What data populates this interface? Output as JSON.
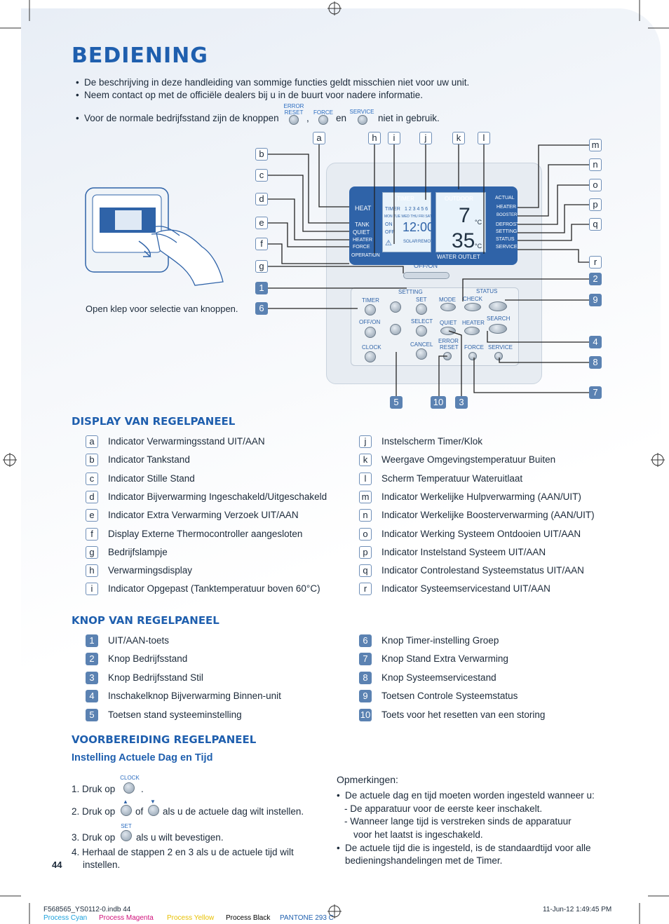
{
  "title": "BEDIENING",
  "intro": {
    "b1": "De beschrijving in deze handleiding van sommige functies geldt misschien niet voor uw unit.",
    "b2": "Neem contact op met de officiële dealers bij u in de buurt voor nadere informatie.",
    "b3_pre": "Voor de normale bedrijfsstand zijn de knoppen",
    "b3_comma": ",",
    "b3_en": "en",
    "b3_post": "niet in gebruik.",
    "btn1_line1": "ERROR",
    "btn1_line2": "RESET",
    "btn2": "FORCE",
    "btn3": "SERVICE"
  },
  "illustration_caption": "Open klep voor selectie van knoppen.",
  "callouts": {
    "a": "a",
    "b": "b",
    "c": "c",
    "d": "d",
    "e": "e",
    "f": "f",
    "g": "g",
    "h": "h",
    "i": "i",
    "j": "j",
    "k": "k",
    "l": "l",
    "m": "m",
    "n": "n",
    "o": "o",
    "p": "p",
    "q": "q",
    "r": "r",
    "n1": "1",
    "n2": "2",
    "n3": "3",
    "n4": "4",
    "n5": "5",
    "n6": "6",
    "n7": "7",
    "n8": "8",
    "n9": "9",
    "n10": "10"
  },
  "panel": {
    "heat": "HEAT",
    "tank": "TANK",
    "quiet": "QUIET",
    "heater": "HEATER",
    "force": "FORCE",
    "operation": "OPERATION",
    "timer": "TIMER",
    "outdoor": "OUTDOOR",
    "actual": "ACTUAL",
    "heater2": "HEATER",
    "booster": "BOOSTER",
    "defrost": "DEFROST",
    "setting": "SETTING",
    "status": "STATUS",
    "service": "SERVICE",
    "timer_box": "TIMER",
    "days": "1 2 3 4 5 6",
    "daynames": "MON TUE WED THU FRI SAT SUN",
    "on": "ON",
    "off": "OFF",
    "solar": "SOLAR",
    "remote": "REMOTE",
    "water_outlet": "WATER OUTLET",
    "big_temp": "7",
    "big_unit": "°C",
    "clock": "12:00",
    "water_temp": "35",
    "water_unit": "°C",
    "offon": "OFF/ON",
    "setting_hdr": "SETTING",
    "status_hdr": "STATUS",
    "k_timer": "TIMER",
    "k_offon": "OFF/ON",
    "k_clock": "CLOCK",
    "k_set": "SET",
    "k_select": "SELECT",
    "k_cancel": "CANCEL",
    "k_mode": "MODE",
    "k_check": "CHECK",
    "k_quiet": "QUIET",
    "k_heater": "HEATER",
    "k_search": "SEARCH",
    "k_error1": "ERROR",
    "k_error2": "RESET",
    "k_force": "FORCE",
    "k_service": "SERVICE"
  },
  "display_section": {
    "heading": "DISPLAY VAN REGELPANEEL",
    "left": [
      {
        "k": "a",
        "t": "Indicator Verwarmingsstand UIT/AAN"
      },
      {
        "k": "b",
        "t": "Indicator Tankstand"
      },
      {
        "k": "c",
        "t": "Indicator Stille Stand"
      },
      {
        "k": "d",
        "t": "Indicator Bijverwarming Ingeschakeld/Uitgeschakeld"
      },
      {
        "k": "e",
        "t": "Indicator Extra Verwarming Verzoek UIT/AAN"
      },
      {
        "k": "f",
        "t": "Display Externe Thermocontroller aangesloten"
      },
      {
        "k": "g",
        "t": "Bedrijfslampje"
      },
      {
        "k": "h",
        "t": "Verwarmingsdisplay"
      },
      {
        "k": "i",
        "t": "Indicator Opgepast (Tanktemperatuur boven 60°C)"
      }
    ],
    "right": [
      {
        "k": "j",
        "t": "Instelscherm Timer/Klok"
      },
      {
        "k": "k",
        "t": "Weergave Omgevingstemperatuur Buiten"
      },
      {
        "k": "l",
        "t": "Scherm Temperatuur Wateruitlaat"
      },
      {
        "k": "m",
        "t": "Indicator Werkelijke Hulpverwarming (AAN/UIT)"
      },
      {
        "k": "n",
        "t": "Indicator Werkelijke Boosterverwarming (AAN/UIT)"
      },
      {
        "k": "o",
        "t": "Indicator Werking Systeem Ontdooien UIT/AAN"
      },
      {
        "k": "p",
        "t": "Indicator Instelstand Systeem UIT/AAN"
      },
      {
        "k": "q",
        "t": "Indicator Controlestand Systeemstatus UIT/AAN"
      },
      {
        "k": "r",
        "t": "Indicator Systeemservicestand UIT/AAN"
      }
    ]
  },
  "knop_section": {
    "heading": "KNOP VAN REGELPANEEL",
    "left": [
      {
        "k": "1",
        "t": "UIT/AAN-toets"
      },
      {
        "k": "2",
        "t": "Knop Bedrijfsstand"
      },
      {
        "k": "3",
        "t": "Knop Bedrijfsstand Stil"
      },
      {
        "k": "4",
        "t": "Inschakelknop  Bijverwarming Binnen-unit"
      },
      {
        "k": "5",
        "t": "Toetsen stand systeeminstelling"
      }
    ],
    "right": [
      {
        "k": "6",
        "t": "Knop Timer-instelling Groep"
      },
      {
        "k": "7",
        "t": "Knop Stand Extra Verwarming"
      },
      {
        "k": "8",
        "t": "Knop Systeemservicestand"
      },
      {
        "k": "9",
        "t": "Toetsen Controle Systeemstatus"
      },
      {
        "k": "10",
        "t": "Toets voor het resetten van een storing"
      }
    ]
  },
  "prep": {
    "heading": "VOORBEREIDING REGELPANEEL",
    "sub": "Instelling Actuele Dag en Tijd",
    "s1_pre": "1. Druk op",
    "s1_post": ".",
    "s1_btn": "CLOCK",
    "s2_pre": "2. Druk op",
    "s2_of": "of",
    "s2_post": "als u de actuele dag wilt instellen.",
    "s3_pre": "3. Druk op",
    "s3_post": "als u wilt bevestigen.",
    "s3_btn": "SET",
    "s4_a": "4. Herhaal de stappen 2 en 3 als u de actuele tijd wilt",
    "s4_b": "instellen."
  },
  "notes": {
    "heading": "Opmerkingen:",
    "n1": "De actuele dag en tijd moeten worden ingesteld wanneer u:",
    "n1a": "-  De apparatuur voor de eerste keer inschakelt.",
    "n1b_1": "-  Wanneer lange tijd is verstreken sinds de apparatuur",
    "n1b_2": "voor het laatst is ingeschakeld.",
    "n2_1": "De actuele tijd die is ingesteld, is de standaardtijd voor alle",
    "n2_2": "bedieningshandelingen met de Timer."
  },
  "page_number": "44",
  "footer": {
    "file": "F568565_YS0112-0.indb   44",
    "date": "11-Jun-12   1:49:45 PM",
    "cyan": "Process Cyan",
    "magenta": "Process Magenta",
    "yellow": "Process Yellow",
    "black": "Process Black",
    "pantone": "PANTONE 293 C"
  },
  "colors": {
    "brand": "#1f5fae",
    "label_bg": "#5b82b2",
    "display_bg": "#2f63a8"
  }
}
